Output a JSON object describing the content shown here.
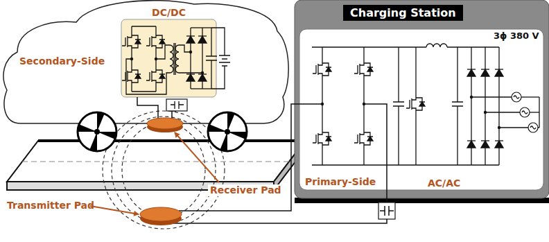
{
  "diagram": {
    "nodes": [
      {
        "text": [
          "Secondary-Side"
        ]
      },
      {
        "text": [
          "DC/DC"
        ],
        "in": 0
      },
      {
        "text": [
          "Charging Station"
        ]
      },
      {
        "text": [
          "Primary-Side",
          "AC/AC"
        ],
        "in": 2
      }
    ],
    "labels": [
      "Receiver Pad",
      "Transmitter Pad",
      "3ϕ 380 V"
    ]
  }
}
